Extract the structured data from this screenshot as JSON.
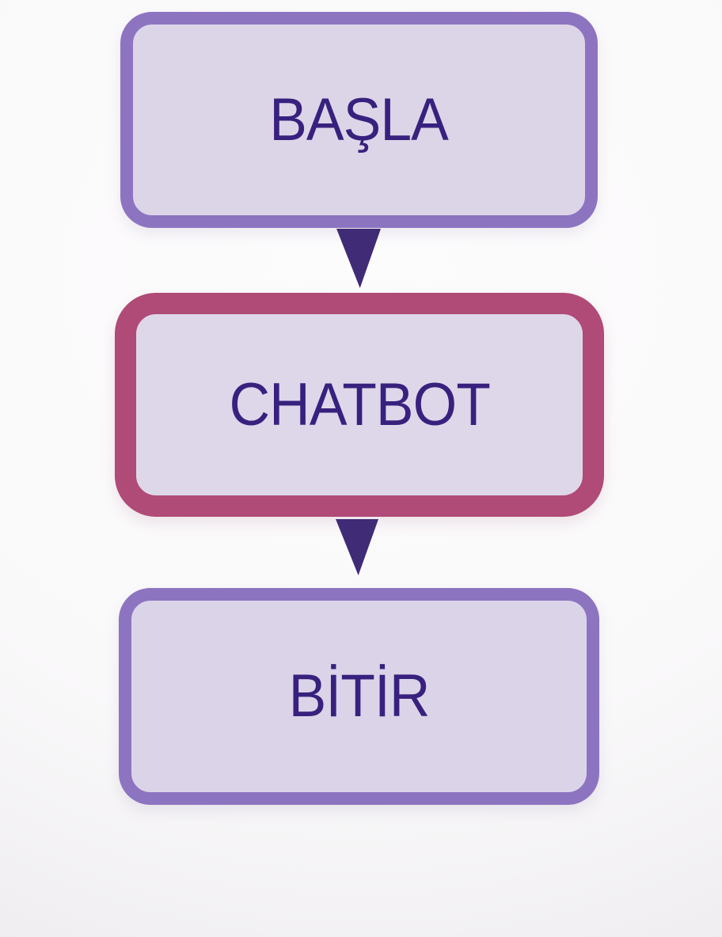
{
  "diagram": {
    "type": "flowchart",
    "direction": "top-down",
    "nodes": [
      {
        "id": "start",
        "label": "BAŞLA",
        "shape": "rounded-rectangle",
        "border_color": "#8d74c0",
        "fill_color": "#dcd5e8",
        "text_color": "#38217e"
      },
      {
        "id": "chatbot",
        "label": "CHATBOT",
        "shape": "rounded-rectangle",
        "border_color": "#b04a76",
        "fill_color": "#ded7ea",
        "text_color": "#38217e"
      },
      {
        "id": "end",
        "label": "BİTİR",
        "shape": "rounded-rectangle",
        "border_color": "#8d74c0",
        "fill_color": "#dbd4e8",
        "text_color": "#38217e"
      }
    ],
    "connectors": [
      {
        "from": "start",
        "to": "chatbot",
        "style": "solid-triangle-down",
        "color": "#3f2b76"
      },
      {
        "from": "chatbot",
        "to": "end",
        "style": "solid-triangle-down",
        "color": "#3f2b76"
      }
    ],
    "background_color": "#f7f5f7"
  }
}
